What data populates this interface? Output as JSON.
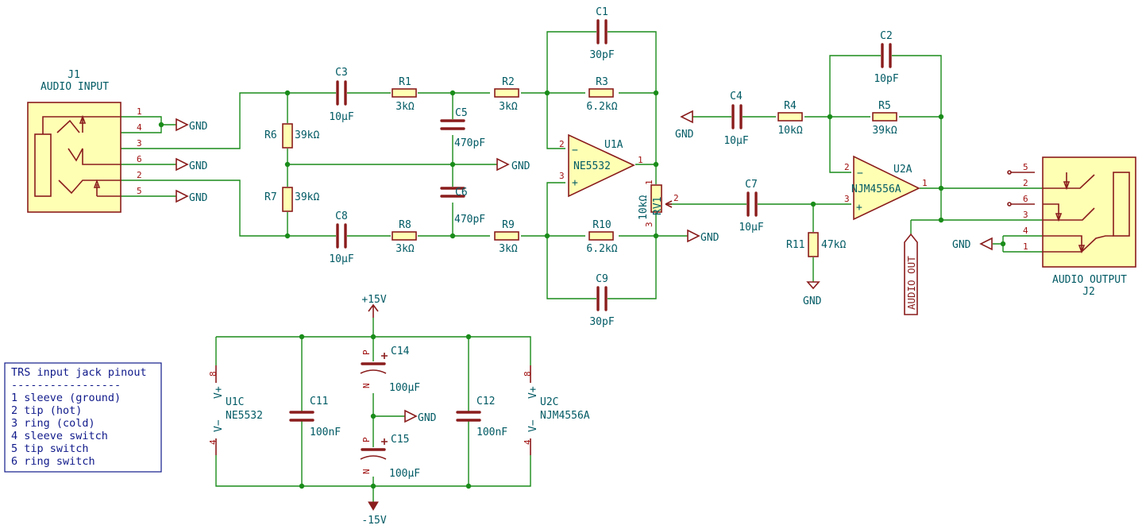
{
  "colors": {
    "wire": "#1a8c1a",
    "component": "#8a1c1c",
    "fill": "#ffffb4",
    "text": "#005a64",
    "pin_number": "#a01010",
    "note": "#101a8a"
  },
  "components": {
    "J1": {
      "ref": "J1",
      "value": "AUDIO INPUT",
      "pins": [
        "1",
        "4",
        "3",
        "6",
        "2",
        "5"
      ]
    },
    "J2": {
      "ref": "J2",
      "value": "AUDIO OUTPUT",
      "pins": [
        "5",
        "2",
        "6",
        "3",
        "4",
        "1"
      ]
    },
    "C1": {
      "ref": "C1",
      "value": "30pF"
    },
    "C2": {
      "ref": "C2",
      "value": "10pF"
    },
    "C3": {
      "ref": "C3",
      "value": "10µF"
    },
    "C4": {
      "ref": "C4",
      "value": "10µF"
    },
    "C5": {
      "ref": "C5",
      "value": "470pF"
    },
    "C6": {
      "ref": "C6",
      "value": "470pF"
    },
    "C7": {
      "ref": "C7",
      "value": "10µF"
    },
    "C8": {
      "ref": "C8",
      "value": "10µF"
    },
    "C9": {
      "ref": "C9",
      "value": "30pF"
    },
    "C11": {
      "ref": "C11",
      "value": "100nF"
    },
    "C12": {
      "ref": "C12",
      "value": "100nF"
    },
    "C14": {
      "ref": "C14",
      "value": "100µF"
    },
    "C15": {
      "ref": "C15",
      "value": "100µF"
    },
    "R1": {
      "ref": "R1",
      "value": "3kΩ"
    },
    "R2": {
      "ref": "R2",
      "value": "3kΩ"
    },
    "R3": {
      "ref": "R3",
      "value": "6.2kΩ"
    },
    "R4": {
      "ref": "R4",
      "value": "10kΩ"
    },
    "R5": {
      "ref": "R5",
      "value": "39kΩ"
    },
    "R6": {
      "ref": "R6",
      "value": "39kΩ"
    },
    "R7": {
      "ref": "R7",
      "value": "39kΩ"
    },
    "R8": {
      "ref": "R8",
      "value": "3kΩ"
    },
    "R9": {
      "ref": "R9",
      "value": "3kΩ"
    },
    "R10": {
      "ref": "R10",
      "value": "6.2kΩ"
    },
    "R11": {
      "ref": "R11",
      "value": "47kΩ"
    },
    "RV1": {
      "ref": "RV1",
      "value": "10kΩ"
    },
    "U1A": {
      "ref": "U1A",
      "value": "NE5532"
    },
    "U2A": {
      "ref": "U2A",
      "value": "NJM4556A"
    },
    "U1C": {
      "ref": "U1C",
      "value": "NE5532"
    },
    "U2C": {
      "ref": "U2C",
      "value": "NJM4556A"
    }
  },
  "nets": {
    "gnd": "GND",
    "vpos": "+15V",
    "vneg": "-15V",
    "audio_out": "AUDIO_OUT"
  },
  "pin_labels": {
    "minus": "−",
    "plus": "+",
    "vplus": "V+",
    "vminus": "V−",
    "p": "P",
    "n": "N",
    "one": "1",
    "two": "2",
    "three": "3",
    "four": "4",
    "eight": "8"
  },
  "note": {
    "title": "TRS input jack pinout",
    "divider": "-----------------",
    "lines": [
      "1 sleeve (ground)",
      "2 tip (hot)",
      "3 ring (cold)",
      "4 sleeve switch",
      "5 tip switch",
      "6 ring switch"
    ]
  }
}
